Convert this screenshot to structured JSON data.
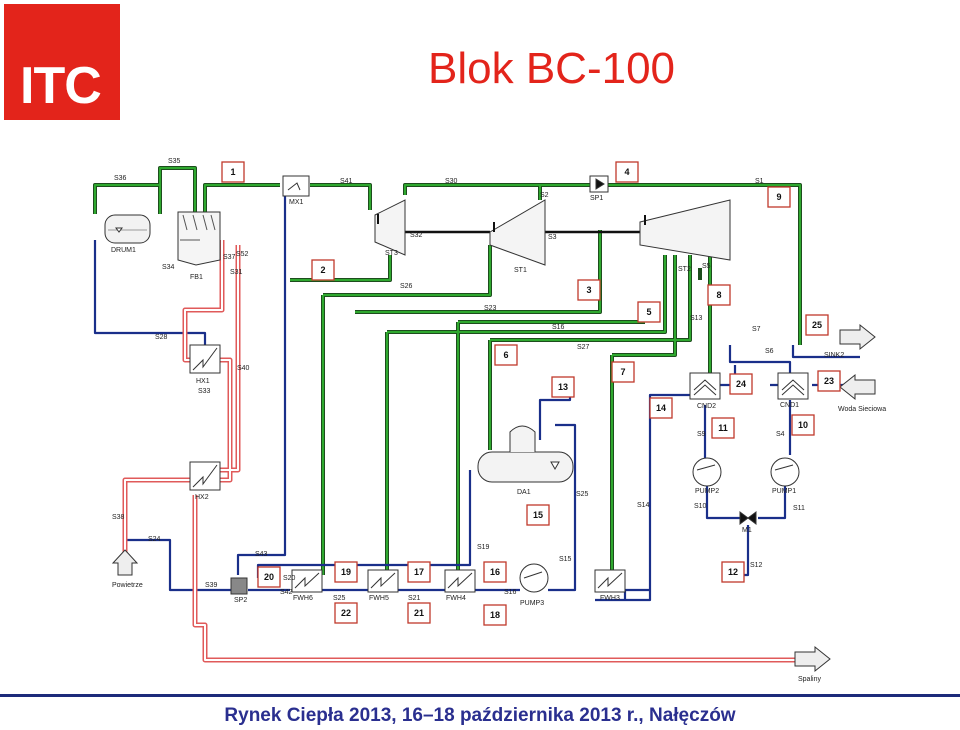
{
  "header": {
    "logo_text": "ITC",
    "title": "Blok BC-100"
  },
  "footer": {
    "text": "Rynek Ciepła 2013, 16–18 października 2013 r., Nałęczów"
  },
  "colors": {
    "brand_red": "#e3241b",
    "water_line": "#1a2f8a",
    "steam_line": "#2c8a2c",
    "flue_line": "#e05a5a",
    "footer_text": "#2a2f8f"
  },
  "diagram": {
    "stream_labels": [
      "S36",
      "S35",
      "S41",
      "S30",
      "S2",
      "S1",
      "S32",
      "S3",
      "S34",
      "S37",
      "S52",
      "S31",
      "S26",
      "ST1",
      "ST2",
      "S5",
      "S23",
      "S13",
      "S28",
      "S16",
      "S7",
      "S27",
      "S6",
      "SINK2",
      "S40",
      "S33",
      "S38",
      "S24",
      "S43",
      "S20",
      "S42",
      "S25",
      "S19",
      "S15",
      "S21",
      "S16",
      "S14",
      "S25",
      "S9",
      "S4",
      "S10",
      "S11",
      "S12",
      "S39"
    ],
    "unit_labels": [
      "DRUM1",
      "FB1",
      "MX1",
      "ST3",
      "SP1",
      "HX1",
      "HX2",
      "DA1",
      "CND2",
      "CND1",
      "PUMP2",
      "PUMP1",
      "M1",
      "SP2",
      "FWH6",
      "FWH5",
      "FWH4",
      "PUMP3",
      "FWH3"
    ],
    "side_labels": {
      "woda": "Woda Sieciowa",
      "powietrze": "Powietrze",
      "spaliny": "Spaliny"
    },
    "numbered_points": [
      "1",
      "2",
      "3",
      "4",
      "5",
      "6",
      "7",
      "8",
      "9",
      "10",
      "11",
      "12",
      "13",
      "14",
      "15",
      "16",
      "17",
      "18",
      "19",
      "20",
      "21",
      "22",
      "23",
      "24",
      "25"
    ]
  }
}
